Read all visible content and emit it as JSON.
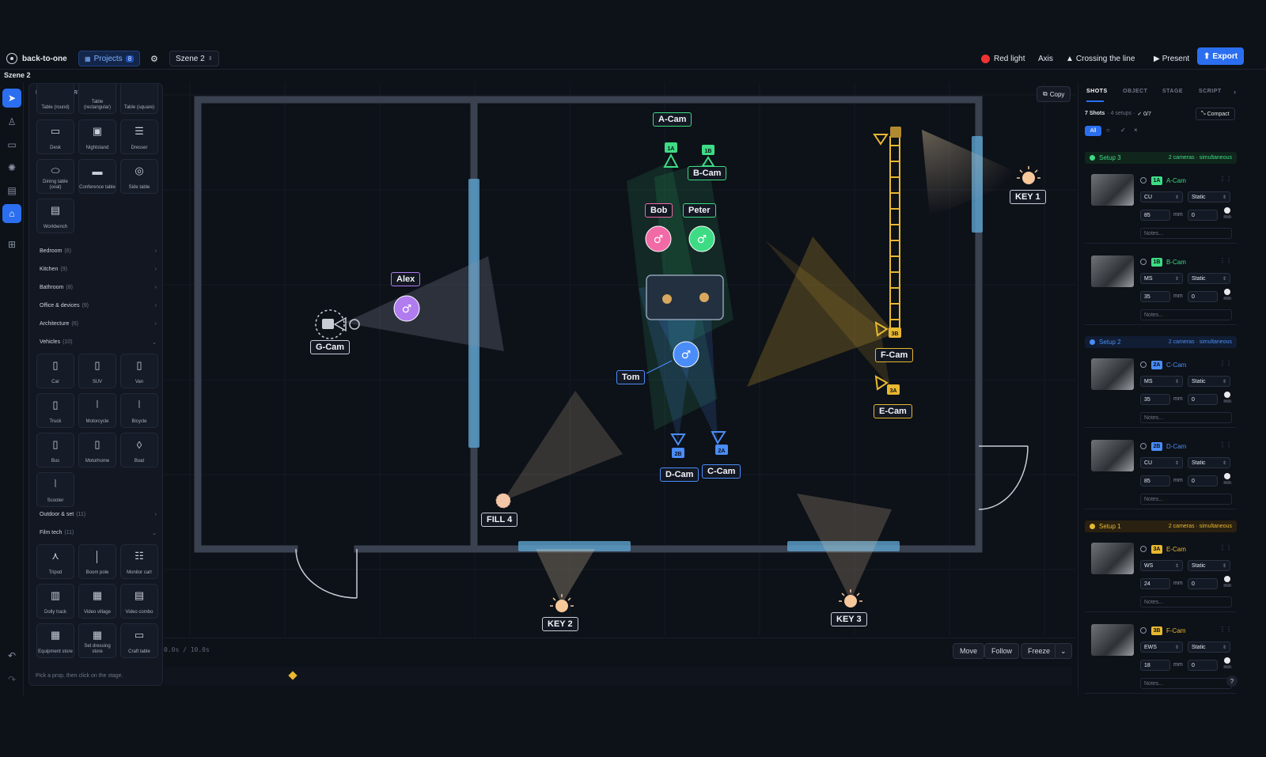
{
  "app": {
    "name": "back-to-one",
    "scene_tab": "Szene 2"
  },
  "topbar": {
    "projects_label": "Projects",
    "projects_count": "8",
    "scene_select": "Szene 2",
    "red_light": "Red light",
    "axis": "Axis",
    "crossing": "Crossing the line",
    "present": "Present",
    "export": "Export"
  },
  "rail": [
    "select-icon",
    "person-icon",
    "camera-icon",
    "light-icon",
    "set-icon",
    "prop-icon",
    "grid-icon",
    "undo-icon",
    "redo-icon"
  ],
  "prop_library": {
    "title": "PROP LIBRARY",
    "partial_items": [
      "Table (round)",
      "Table (rectangular)",
      "Table (square)"
    ],
    "items_a": [
      {
        "label": "Desk",
        "icon": "desk-icon"
      },
      {
        "label": "Nightstand",
        "icon": "nightstand-icon"
      },
      {
        "label": "Dresser",
        "icon": "dresser-icon"
      },
      {
        "label": "Dining table (oval)",
        "icon": "oval-table-icon"
      },
      {
        "label": "Conference table",
        "icon": "conference-table-icon"
      },
      {
        "label": "Side table",
        "icon": "side-table-icon"
      },
      {
        "label": "Workbench",
        "icon": "workbench-icon"
      }
    ],
    "categories_a": [
      {
        "name": "Bedroom",
        "count": "(6)",
        "chev": "›"
      },
      {
        "name": "Kitchen",
        "count": "(9)",
        "chev": "›"
      },
      {
        "name": "Bathroom",
        "count": "(8)",
        "chev": "›"
      },
      {
        "name": "Office & devices",
        "count": "(9)",
        "chev": "›"
      },
      {
        "name": "Architecture",
        "count": "(6)",
        "chev": "›"
      },
      {
        "name": "Vehicles",
        "count": "(10)",
        "chev": "⌄"
      }
    ],
    "vehicles": [
      {
        "label": "Car"
      },
      {
        "label": "SUV"
      },
      {
        "label": "Van"
      },
      {
        "label": "Truck"
      },
      {
        "label": "Motorcycle"
      },
      {
        "label": "Bicycle"
      },
      {
        "label": "Bus"
      },
      {
        "label": "Motorhome"
      },
      {
        "label": "Boat"
      },
      {
        "label": "Scooter"
      }
    ],
    "categories_b": [
      {
        "name": "Outdoor & set",
        "count": "(11)",
        "chev": "›"
      },
      {
        "name": "Film tech",
        "count": "(11)",
        "chev": "⌄"
      }
    ],
    "filmtech": [
      {
        "label": "Tripod"
      },
      {
        "label": "Boom pole"
      },
      {
        "label": "Monitor cart"
      },
      {
        "label": "Dolly track"
      },
      {
        "label": "Video village"
      },
      {
        "label": "Video combo"
      },
      {
        "label": "Equipment store"
      },
      {
        "label": "Set dressing store"
      },
      {
        "label": "Craft table"
      }
    ],
    "footer": "Pick a prop, then click on the stage."
  },
  "stage": {
    "copy_label": "Copy",
    "cameras": [
      {
        "name": "A-Cam",
        "badge": "1A",
        "color": "#3ddc84"
      },
      {
        "name": "B-Cam",
        "badge": "1B",
        "color": "#3ddc84"
      },
      {
        "name": "C-Cam",
        "badge": "2A",
        "color": "#4a8df8"
      },
      {
        "name": "D-Cam",
        "badge": "2B",
        "color": "#4a8df8"
      },
      {
        "name": "E-Cam",
        "badge": "3A",
        "color": "#e8b830"
      },
      {
        "name": "F-Cam",
        "badge": "3B",
        "color": "#e8b830"
      },
      {
        "name": "G-Cam",
        "badge": "",
        "color": "#c8ccd4"
      }
    ],
    "actors": [
      {
        "name": "Bob",
        "color": "#f26aa6"
      },
      {
        "name": "Peter",
        "color": "#3ddc84"
      },
      {
        "name": "Alex",
        "color": "#b07cf0"
      },
      {
        "name": "Tom",
        "color": "#4a8df8"
      }
    ],
    "lights": [
      "KEY 1",
      "KEY 2",
      "KEY 3",
      "FILL 4"
    ]
  },
  "timeline": {
    "time": "0.0s / 10.0s",
    "move": "Move",
    "follow": "Follow",
    "freeze": "Freeze"
  },
  "panel": {
    "tabs": [
      "SHOTS",
      "OBJECT",
      "STAGE",
      "SCRIPT"
    ],
    "summary_shots": "7 Shots",
    "summary_setups": "· 4 setups ·",
    "summary_done": "✓ 0/7",
    "compact": "Compact",
    "filters": [
      "All",
      "○",
      "✓",
      "×"
    ],
    "setups": [
      {
        "name": "Setup 3",
        "info": "2 cameras · simultaneous",
        "color": "#3ddc84",
        "bg": "#10261c"
      },
      {
        "name": "Setup 2",
        "info": "2 cameras · simultaneous",
        "color": "#4a8df8",
        "bg": "#101d33"
      },
      {
        "name": "Setup 1",
        "info": "2 cameras · simultaneous",
        "color": "#e8b830",
        "bg": "#2a2110"
      }
    ],
    "shots": [
      {
        "badge": "1A",
        "cam": "A-Cam",
        "color": "#3ddc84",
        "size": "CU",
        "move": "Static",
        "mm": "85",
        "min": "0"
      },
      {
        "badge": "1B",
        "cam": "B-Cam",
        "color": "#3ddc84",
        "size": "MS",
        "move": "Static",
        "mm": "35",
        "min": "0"
      },
      {
        "badge": "2A",
        "cam": "C-Cam",
        "color": "#4a8df8",
        "size": "MS",
        "move": "Static",
        "mm": "35",
        "min": "0"
      },
      {
        "badge": "2B",
        "cam": "D-Cam",
        "color": "#4a8df8",
        "size": "CU",
        "move": "Static",
        "mm": "85",
        "min": "0"
      },
      {
        "badge": "3A",
        "cam": "E-Cam",
        "color": "#e8b830",
        "size": "WS",
        "move": "Static",
        "mm": "24",
        "min": "0"
      },
      {
        "badge": "3B",
        "cam": "F-Cam",
        "color": "#e8b830",
        "size": "EWS",
        "move": "Static",
        "mm": "18",
        "min": "0"
      }
    ],
    "mm_unit": "mm",
    "min_unit": "min",
    "notes_placeholder": "Notes..."
  }
}
